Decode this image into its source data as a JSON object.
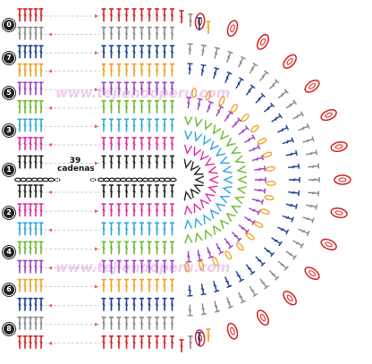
{
  "diagram": {
    "row_labels": [
      "0",
      "7",
      "5",
      "3",
      "1",
      "2",
      "4",
      "6",
      "8"
    ],
    "chain_label_number": "39",
    "chain_label_text": "cadenas",
    "watermark": "www.tejiendoperu.com",
    "colors": {
      "chain": "#111111",
      "row1": "#222222",
      "row2": "#e02a9b",
      "row3": "#2aa6e0",
      "row4": "#6ab82c",
      "row5": "#9b3fc0",
      "row6": "#f0a020",
      "row7": "#1a3f8f",
      "row8": "#888888",
      "row9": "#d42020",
      "guide_lines": "#cfcfcf",
      "arrows": "#e85a5a"
    }
  }
}
